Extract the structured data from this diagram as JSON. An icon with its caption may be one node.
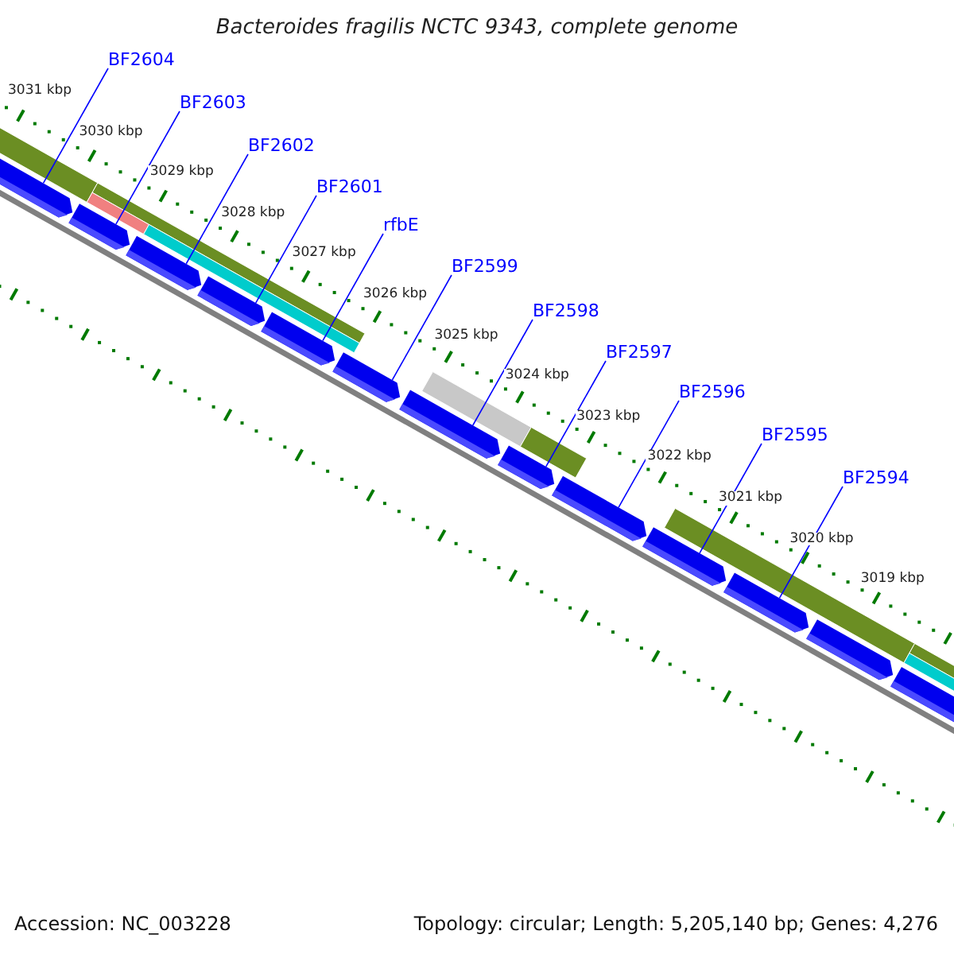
{
  "diagram": {
    "title": "Bacteroides fragilis NCTC 9343, complete genome",
    "nodes": [
      {
        "text": [
          "BF2604"
        ]
      },
      {
        "text": [
          "BF2603"
        ]
      },
      {
        "text": [
          "BF2602"
        ]
      },
      {
        "text": [
          "BF2601"
        ]
      },
      {
        "text": [
          "rfbE"
        ]
      },
      {
        "text": [
          "BF2599"
        ]
      },
      {
        "text": [
          "BF2598"
        ]
      },
      {
        "text": [
          "BF2597"
        ]
      },
      {
        "text": [
          "BF2596"
        ]
      },
      {
        "text": [
          "BF2595"
        ]
      },
      {
        "text": [
          "BF2594"
        ]
      },
      {
        "text": [],
        "shape": "arrow"
      },
      {
        "text": [],
        "shape": "arrow"
      },
      {
        "text": [],
        "shape": "arrow"
      },
      {
        "text": [],
        "shape": "arrow"
      },
      {
        "text": [],
        "shape": "arrow"
      },
      {
        "text": [],
        "shape": "arrow"
      },
      {
        "text": [],
        "shape": "arrow"
      },
      {
        "text": [],
        "shape": "arrow"
      },
      {
        "text": [],
        "shape": "arrow"
      },
      {
        "text": [],
        "shape": "arrow"
      },
      {
        "text": [],
        "shape": "arrow"
      },
      {
        "text": [],
        "shape": "arrow"
      },
      {
        "text": [],
        "shape": "arrow"
      }
    ],
    "edges": [
      {
        "from": 0,
        "to": 11,
        "arrow": "none"
      },
      {
        "from": 1,
        "to": 12,
        "arrow": "none"
      },
      {
        "from": 2,
        "to": 13,
        "arrow": "none"
      },
      {
        "from": 3,
        "to": 14,
        "arrow": "none"
      },
      {
        "from": 4,
        "to": 15,
        "arrow": "none"
      },
      {
        "from": 5,
        "to": 16,
        "arrow": "none"
      },
      {
        "from": 6,
        "to": 17,
        "arrow": "none"
      },
      {
        "from": 7,
        "to": 18,
        "arrow": "none"
      },
      {
        "from": 8,
        "to": 19,
        "arrow": "none"
      },
      {
        "from": 9,
        "to": 20,
        "arrow": "none"
      },
      {
        "from": 10,
        "to": 21,
        "arrow": "none"
      }
    ],
    "labels": [
      "3031 kbp",
      "3030 kbp",
      "3029 kbp",
      "3028 kbp",
      "3027 kbp",
      "3026 kbp",
      "3025 kbp",
      "3024 kbp",
      "3023 kbp",
      "3022 kbp",
      "3021 kbp",
      "3020 kbp",
      "3019 kbp",
      "Accession: NC_003228",
      "Topology: circular; Length: 5,205,140 bp; Genes: 4,276"
    ]
  }
}
